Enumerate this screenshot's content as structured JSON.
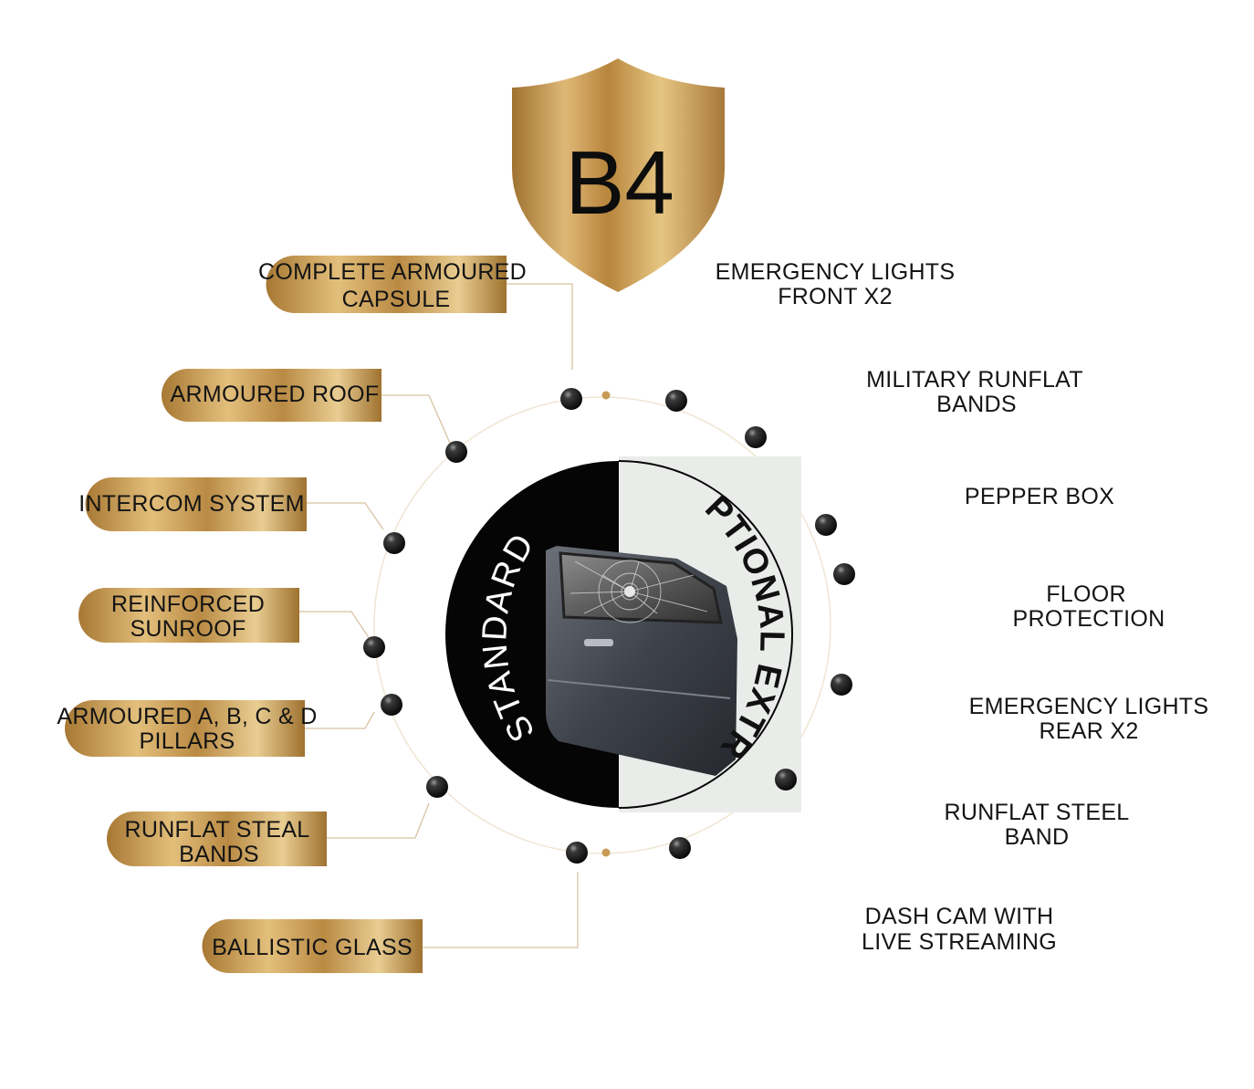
{
  "badge": {
    "label": "B4"
  },
  "center": {
    "standard_label": "STANDARD",
    "optional_label": "OPTIONAL EXTRAS"
  },
  "standard_features": [
    {
      "lines": [
        "COMPLETE ARMOURED",
        "CAPSULE"
      ]
    },
    {
      "lines": [
        "ARMOURED ROOF"
      ]
    },
    {
      "lines": [
        "INTERCOM SYSTEM"
      ]
    },
    {
      "lines": [
        "REINFORCED",
        "SUNROOF"
      ]
    },
    {
      "lines": [
        "ARMOURED A, B, C & D",
        "PILLARS"
      ]
    },
    {
      "lines": [
        "RUNFLAT STEAL",
        "BANDS"
      ]
    },
    {
      "lines": [
        "BALLISTIC GLASS"
      ]
    }
  ],
  "optional_extras": [
    {
      "lines": [
        "EMERGENCY LIGHTS",
        "FRONT X2"
      ]
    },
    {
      "lines": [
        "MILITARY RUNFLAT",
        "BANDS"
      ]
    },
    {
      "lines": [
        "PEPPER BOX"
      ]
    },
    {
      "lines": [
        "FLOOR",
        "PROTECTION"
      ]
    },
    {
      "lines": [
        "EMERGENCY LIGHTS",
        "REAR X2"
      ]
    },
    {
      "lines": [
        "RUNFLAT STEEL",
        "BAND"
      ]
    },
    {
      "lines": [
        "DASH CAM WITH",
        "LIVE STREAMING"
      ]
    }
  ],
  "colors": {
    "gold_dark": "#9c6f2b",
    "gold_light": "#e6c27f",
    "connector": "#d8c3a0",
    "black": "#0a0a0a"
  }
}
